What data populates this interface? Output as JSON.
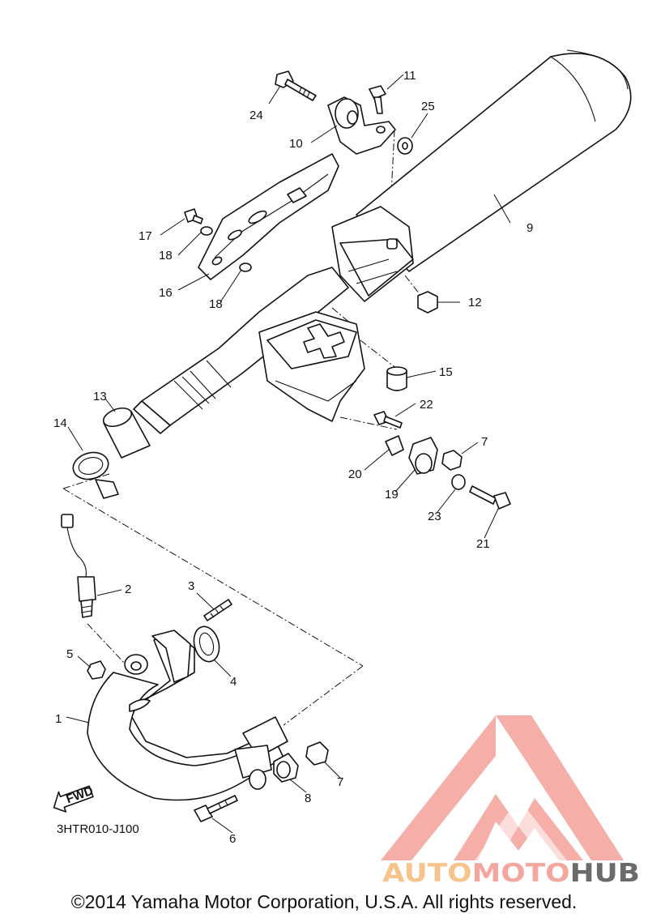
{
  "parts": [
    {
      "id": "1",
      "label": "1"
    },
    {
      "id": "2",
      "label": "2"
    },
    {
      "id": "3",
      "label": "3"
    },
    {
      "id": "4",
      "label": "4"
    },
    {
      "id": "5",
      "label": "5"
    },
    {
      "id": "6",
      "label": "6"
    },
    {
      "id": "7a",
      "label": "7"
    },
    {
      "id": "7b",
      "label": "7"
    },
    {
      "id": "8",
      "label": "8"
    },
    {
      "id": "9",
      "label": "9"
    },
    {
      "id": "10",
      "label": "10"
    },
    {
      "id": "11",
      "label": "11"
    },
    {
      "id": "12",
      "label": "12"
    },
    {
      "id": "13",
      "label": "13"
    },
    {
      "id": "14",
      "label": "14"
    },
    {
      "id": "15",
      "label": "15"
    },
    {
      "id": "16",
      "label": "16"
    },
    {
      "id": "17",
      "label": "17"
    },
    {
      "id": "18a",
      "label": "18"
    },
    {
      "id": "18b",
      "label": "18"
    },
    {
      "id": "19",
      "label": "19"
    },
    {
      "id": "20",
      "label": "20"
    },
    {
      "id": "21",
      "label": "21"
    },
    {
      "id": "22",
      "label": "22"
    },
    {
      "id": "23",
      "label": "23"
    },
    {
      "id": "24",
      "label": "24"
    },
    {
      "id": "25",
      "label": "25"
    }
  ],
  "fwd_label": "FWD",
  "diagram_code": "3HTR010-J100",
  "watermark": {
    "auto": "AUTO",
    "moto": "MOTO",
    "hub": "HUB",
    "colors": {
      "auto": "#f6c48a",
      "moto": "#f3a79e",
      "hub": "#6b6b6b",
      "logo": "#f4a099"
    }
  },
  "copyright": "©2014 Yamaha Motor Corporation, U.S.A. All rights reserved."
}
